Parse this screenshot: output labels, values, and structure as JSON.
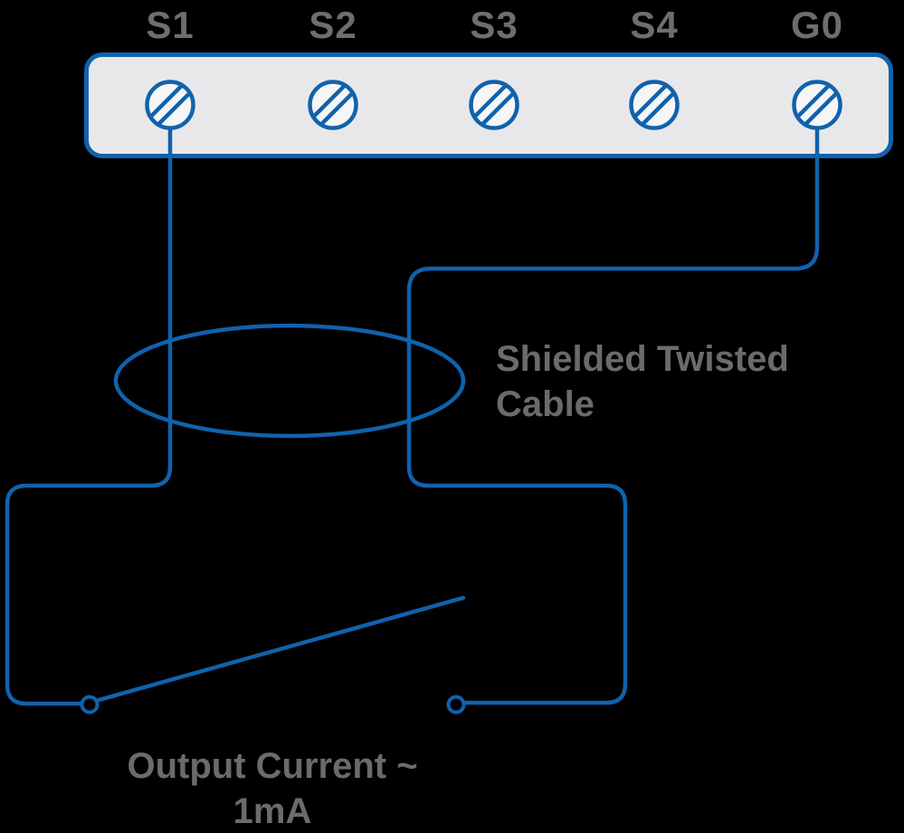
{
  "diagram": {
    "terminals": [
      {
        "label": "S1"
      },
      {
        "label": "S2"
      },
      {
        "label": "S3"
      },
      {
        "label": "S4"
      },
      {
        "label": "G0"
      }
    ],
    "cable_label": {
      "line1": "Shielded Twisted",
      "line2": "Cable"
    },
    "output_label": {
      "line1": "Output Current ~",
      "line2": "1mA"
    },
    "colors": {
      "wire_blue": "#1062ad",
      "label_gray": "#6e6e6e",
      "annotation_gray": "#6b6b6b",
      "terminal_strip_fill": "#e8e8ea",
      "screw_fill": "#f6f6f7",
      "background": "#000000"
    }
  }
}
